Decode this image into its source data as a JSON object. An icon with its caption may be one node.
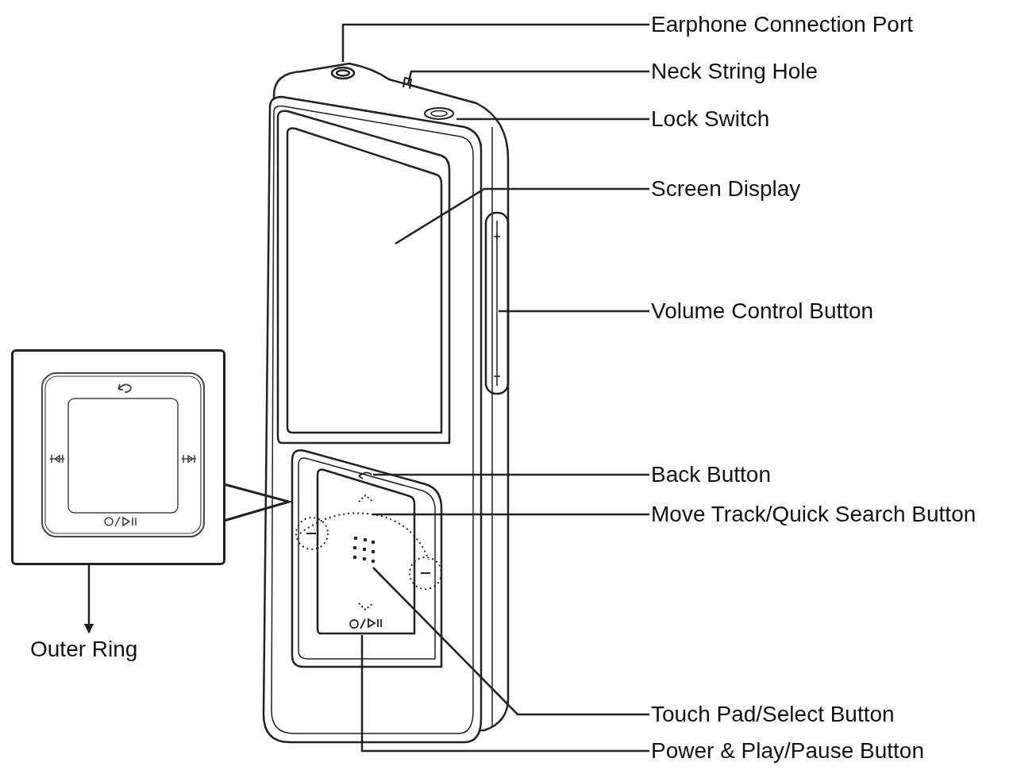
{
  "diagram": {
    "nodes": [
      {
        "text": [
          "Earphone Connection Port"
        ]
      },
      {
        "text": [
          "Neck String Hole"
        ]
      },
      {
        "text": [
          "Lock Switch"
        ]
      },
      {
        "text": [
          "Screen Display"
        ]
      },
      {
        "text": [
          "Volume Control Button"
        ]
      },
      {
        "text": [
          "Back Button"
        ]
      },
      {
        "text": [
          "Move Track/Quick Search Button"
        ]
      },
      {
        "text": [
          "Touch Pad/Select Button"
        ]
      },
      {
        "text": [
          "Power & Play/Pause Button"
        ]
      },
      {
        "text": [],
        "shape": "box"
      },
      {
        "text": [
          "Outer Ring"
        ]
      }
    ],
    "edges": [
      {
        "from": 0,
        "to": null,
        "arrow": "none"
      },
      {
        "from": 1,
        "to": null,
        "arrow": "none"
      },
      {
        "from": 2,
        "to": null,
        "arrow": "none"
      },
      {
        "from": 3,
        "to": null,
        "arrow": "none"
      },
      {
        "from": 4,
        "to": null,
        "arrow": "none"
      },
      {
        "from": 5,
        "to": null,
        "arrow": "none"
      },
      {
        "from": 6,
        "to": null,
        "arrow": "none"
      },
      {
        "from": 7,
        "to": null,
        "arrow": "none"
      },
      {
        "from": 8,
        "to": null,
        "arrow": "none"
      },
      {
        "from": 9,
        "to": 10,
        "arrow": "to"
      }
    ]
  }
}
